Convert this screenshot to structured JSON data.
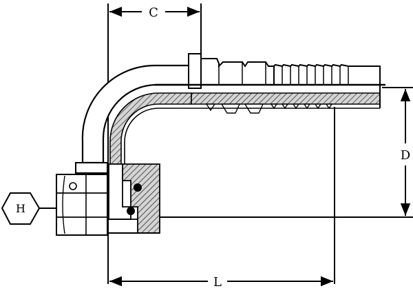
{
  "dimensions": {
    "c_label": "C",
    "d_label": "D",
    "l_label": "L",
    "h_label": "H"
  },
  "colors": {
    "line": "#000000",
    "background": "#ffffff",
    "section_fill": "#c8c8c8",
    "body_fill": "#ffffff"
  }
}
